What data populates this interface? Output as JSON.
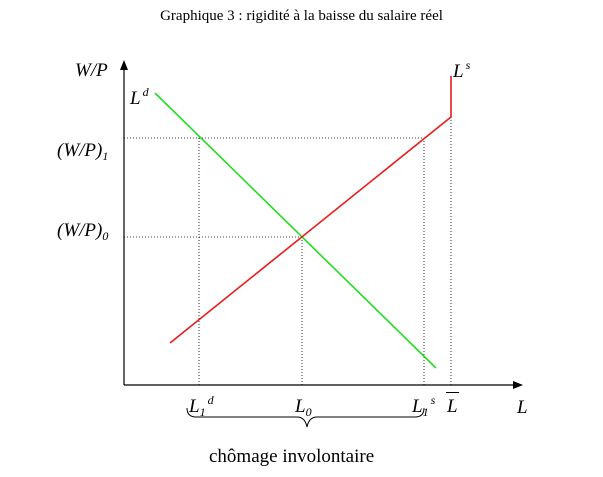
{
  "title": "Graphique 3 : rigidité à la baisse du salaire réel",
  "y_axis_label": "W/P",
  "x_axis_label": "L",
  "curves": {
    "demand": {
      "label": "L",
      "label_sup": "d",
      "color": "#22dd22"
    },
    "supply": {
      "label": "L",
      "label_sup": "s",
      "color": "#e81c1c"
    }
  },
  "y_ticks": [
    {
      "text": "(W/P)",
      "sub": "1"
    },
    {
      "text": "(W/P)",
      "sub": "0"
    }
  ],
  "x_ticks": [
    {
      "text": "L",
      "sub": "1",
      "sup": "d"
    },
    {
      "text": "L",
      "sub": "0",
      "sup": ""
    },
    {
      "text": "L",
      "sub": "1",
      "sup": "s"
    },
    {
      "text": "L",
      "sub": "",
      "sup": "",
      "overline": true
    }
  ],
  "brace_label": "chômage involontaire"
}
